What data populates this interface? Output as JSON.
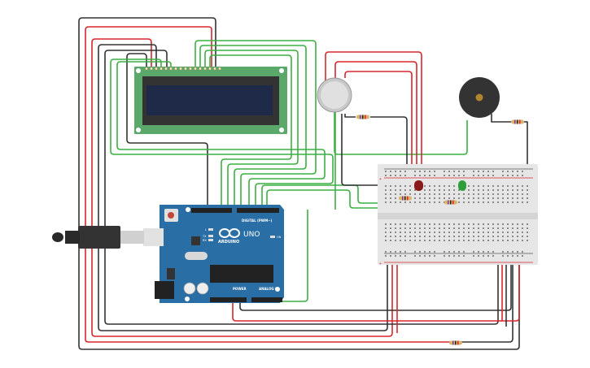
{
  "circuit": {
    "title": "Arduino gas detector circuit",
    "components": {
      "arduino": {
        "brand": "ARDUINO",
        "model": "UNO",
        "header_digital": "DIGITAL (PWM~)",
        "header_power": "POWER",
        "header_analog": "ANALOG IN",
        "led_l": "L",
        "led_tx": "TX",
        "led_rx": "RX",
        "led_on": "ON"
      },
      "lcd": {
        "type": "LCD 16x2",
        "text_line1": "",
        "text_line2": ""
      },
      "gas_sensor": {
        "type": "Gas Sensor"
      },
      "buzzer": {
        "type": "Piezo"
      },
      "led_red": {
        "color": "#8b1a1a"
      },
      "led_green": {
        "color": "#2e9e3a"
      },
      "breadboard": {
        "type": "Breadboard small",
        "plus": "+",
        "minus": "-"
      }
    },
    "wire_colors": {
      "red": "#d9262b",
      "black": "#333333",
      "green": "#3cb043"
    },
    "board_color": "#2a6ea6",
    "lcd_pcb_color": "#5aa96b",
    "lcd_screen_color": "#1e2a47"
  }
}
